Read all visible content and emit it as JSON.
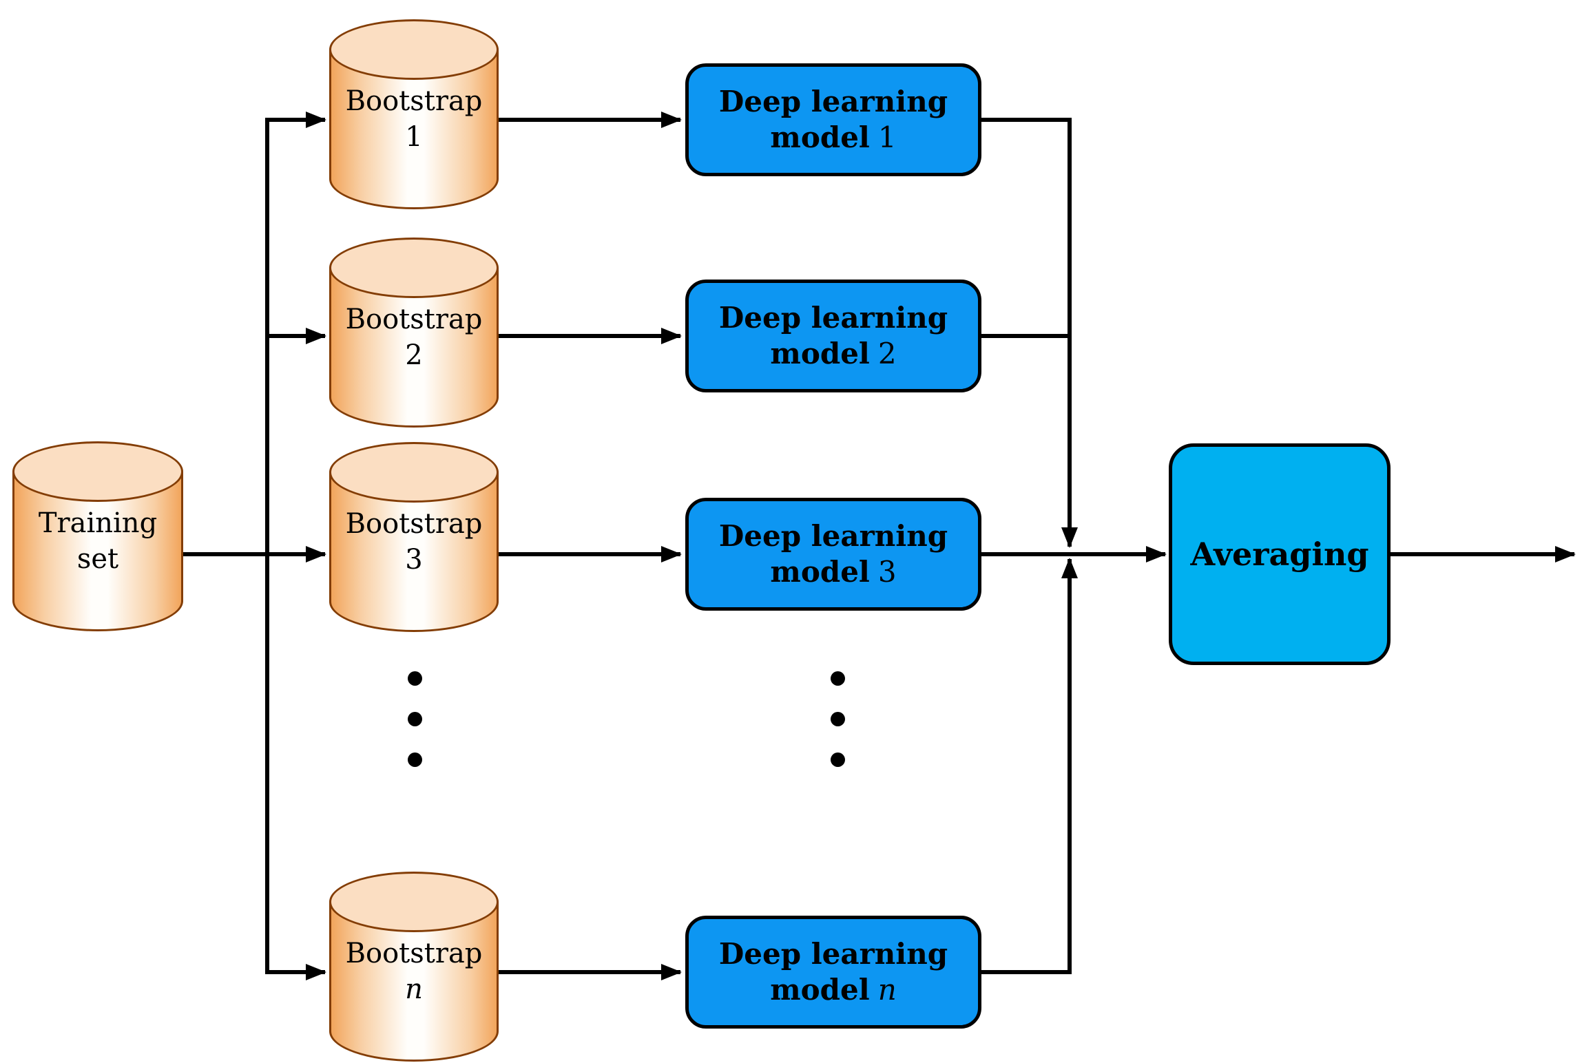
{
  "diagram": {
    "training_set": {
      "line1": "Training",
      "line2": "set"
    },
    "bootstraps": [
      {
        "word": "Bootstrap",
        "index": "1"
      },
      {
        "word": "Bootstrap",
        "index": "2"
      },
      {
        "word": "Bootstrap",
        "index": "3"
      },
      {
        "word": "Bootstrap",
        "index": "n"
      }
    ],
    "models": [
      {
        "prefix": "Deep learning",
        "word": "model",
        "index": "1"
      },
      {
        "prefix": "Deep learning",
        "word": "model",
        "index": "2"
      },
      {
        "prefix": "Deep learning",
        "word": "model",
        "index": "3"
      },
      {
        "prefix": "Deep learning",
        "word": "model",
        "index": "n"
      }
    ],
    "averaging": {
      "label": "Averaging"
    },
    "colors": {
      "model_box": "#0D96F2",
      "averaging_box": "#00B0F0",
      "box_border": "#000000",
      "arrow": "#000000",
      "cyl_border": "#833D05",
      "cyl_top": "#FBDEC2",
      "cyl_edge": "#F2A55C",
      "cyl_mid": "#FFFEFB",
      "background": "#FFFFFF",
      "text": "#000000"
    }
  }
}
